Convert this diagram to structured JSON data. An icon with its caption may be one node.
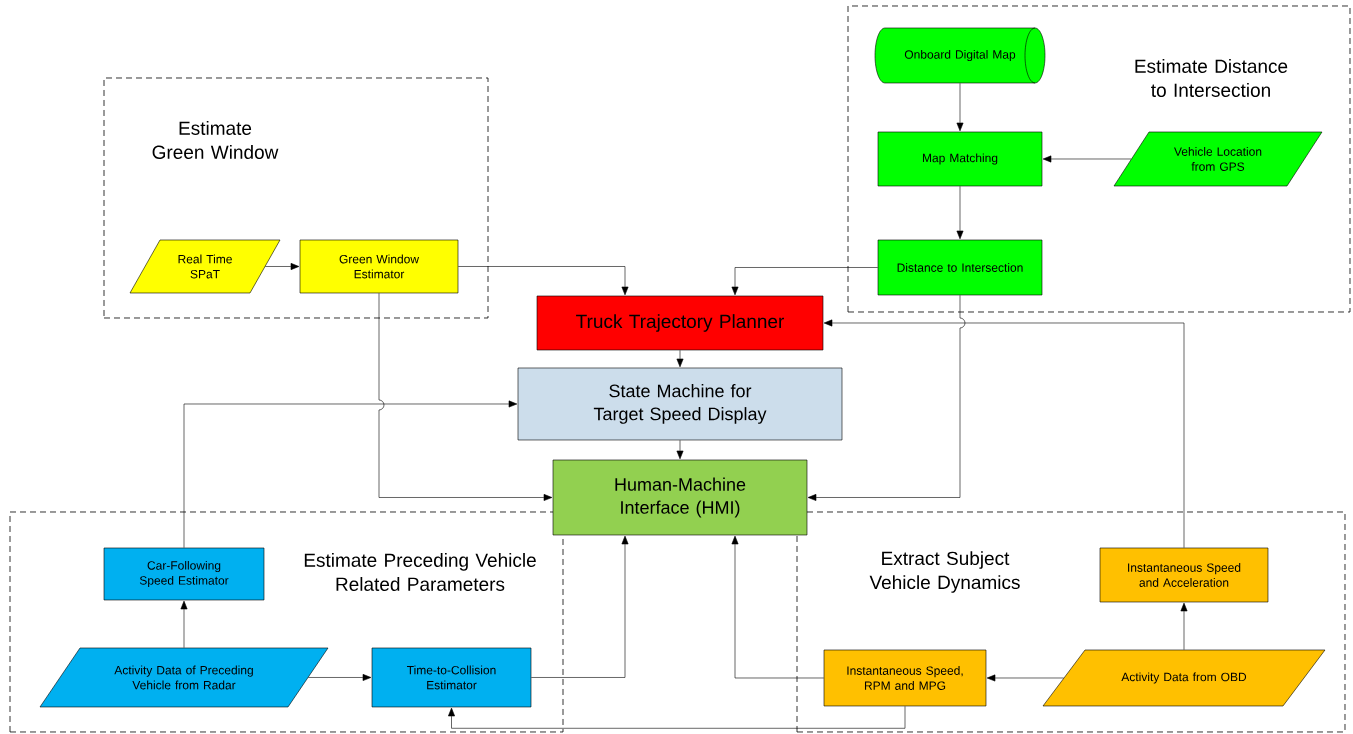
{
  "diagram": {
    "nodes": [
      {
        "text": [
          "Estimate Green Window"
        ]
      },
      {
        "text": [
          "Real Time SPaT"
        ],
        "in": 0
      },
      {
        "text": [
          "Green Window Estimator"
        ],
        "in": 0
      },
      {
        "text": [
          "Estimate Distance to Intersection"
        ]
      },
      {
        "text": [
          "Onboard Digital Map"
        ],
        "in": 3
      },
      {
        "text": [
          "Map Matching"
        ],
        "in": 3
      },
      {
        "text": [
          "Vehicle Location from GPS"
        ],
        "in": 3
      },
      {
        "text": [
          "Distance to Intersection"
        ],
        "in": 3
      },
      {
        "text": [
          "Truck Trajectory Planner"
        ]
      },
      {
        "text": [
          "State Machine for Target Speed Display"
        ]
      },
      {
        "text": [
          "Human-Machine Interface (HMI)"
        ]
      },
      {
        "text": [
          "Estimate Preceding Vehicle Related Parameters"
        ]
      },
      {
        "text": [
          "Car-Following Speed Estimator"
        ],
        "in": 11
      },
      {
        "text": [
          "Activity Data of Preceding Vehicle from Radar"
        ],
        "in": 11
      },
      {
        "text": [
          "Time-to-Collision Estimator"
        ],
        "in": 11
      },
      {
        "text": [
          "Extract Subject Vehicle Dynamics"
        ]
      },
      {
        "text": [
          "Instantaneous Speed and Acceleration"
        ],
        "in": 15
      },
      {
        "text": [
          "Instantaneous Speed, RPM and MPG"
        ],
        "in": 15
      },
      {
        "text": [
          "Activity Data from OBD"
        ],
        "in": 15
      }
    ],
    "edges": [
      {
        "from": 1,
        "to": 2,
        "arrow": "to"
      },
      {
        "from": 4,
        "to": 5,
        "arrow": "to"
      },
      {
        "from": 6,
        "to": 5,
        "arrow": "to"
      },
      {
        "from": 5,
        "to": 7,
        "arrow": "to"
      },
      {
        "from": 2,
        "to": 8,
        "arrow": "to"
      },
      {
        "from": 7,
        "to": 8,
        "arrow": "to"
      },
      {
        "from": 8,
        "to": 9,
        "arrow": "to"
      },
      {
        "from": 9,
        "to": 10,
        "arrow": "to"
      },
      {
        "from": 2,
        "to": 10,
        "arrow": "to"
      },
      {
        "from": 7,
        "to": 10,
        "arrow": "to"
      },
      {
        "from": 16,
        "to": 8,
        "arrow": "to"
      },
      {
        "from": 12,
        "to": 9,
        "arrow": "to"
      },
      {
        "from": 13,
        "to": 12,
        "arrow": "to"
      },
      {
        "from": 13,
        "to": 14,
        "arrow": "to"
      },
      {
        "from": 14,
        "to": 10,
        "arrow": "to"
      },
      {
        "from": 17,
        "to": 10,
        "arrow": "to"
      },
      {
        "from": 18,
        "to": 17,
        "arrow": "to"
      },
      {
        "from": 18,
        "to": 16,
        "arrow": "to"
      },
      {
        "from": 17,
        "to": 14,
        "arrow": "to"
      }
    ]
  }
}
